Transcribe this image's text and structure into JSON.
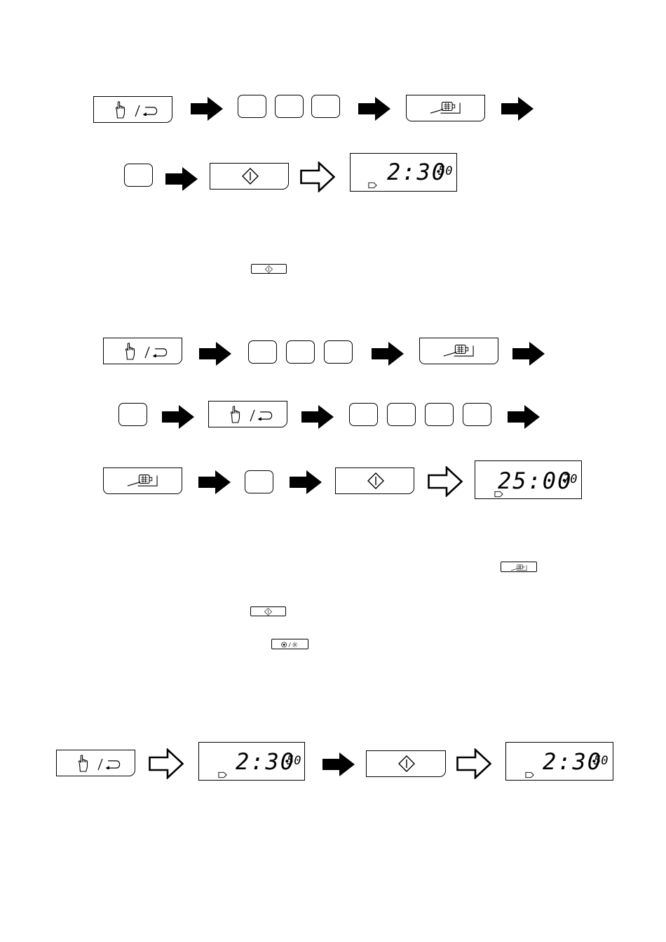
{
  "displays": {
    "section1_result": {
      "time": "2:30",
      "power": "50"
    },
    "section2_result": {
      "time": "25:00",
      "power": "70"
    },
    "section3_before": {
      "time": "2:30",
      "power": "50"
    },
    "section3_after": {
      "time": "2:30",
      "power": "50"
    }
  },
  "icons": {
    "manual_key": "hand-pointer-and-return-arrow-icon",
    "power_key": "microwave-power-level-icon",
    "start_key": "start-diamond-icon",
    "stop_key": "stop-clear-icon",
    "filled_arrow": "solid-right-arrow-icon",
    "outline_arrow": "outline-right-arrow-icon"
  }
}
